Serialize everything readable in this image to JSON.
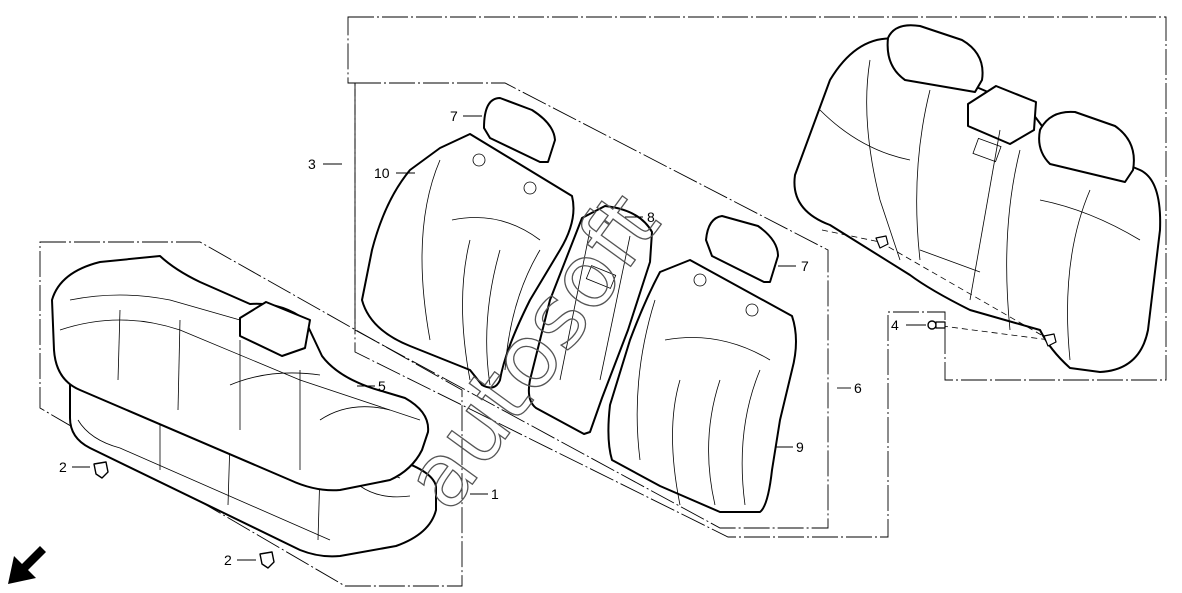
{
  "callouts": [
    {
      "id": "c1",
      "label": "1"
    },
    {
      "id": "c2a",
      "label": "2"
    },
    {
      "id": "c2b",
      "label": "2"
    },
    {
      "id": "c3",
      "label": "3"
    },
    {
      "id": "c4",
      "label": "4"
    },
    {
      "id": "c5",
      "label": "5"
    },
    {
      "id": "c6",
      "label": "6"
    },
    {
      "id": "c7a",
      "label": "7"
    },
    {
      "id": "c7b",
      "label": "7"
    },
    {
      "id": "c8",
      "label": "8"
    },
    {
      "id": "c9",
      "label": "9"
    },
    {
      "id": "c10",
      "label": "10"
    }
  ],
  "watermark": {
    "text": "autosoft"
  },
  "icons": {
    "direction_arrow": "front-direction-arrow-icon"
  },
  "colors": {
    "line": "#000000",
    "background": "#ffffff"
  }
}
